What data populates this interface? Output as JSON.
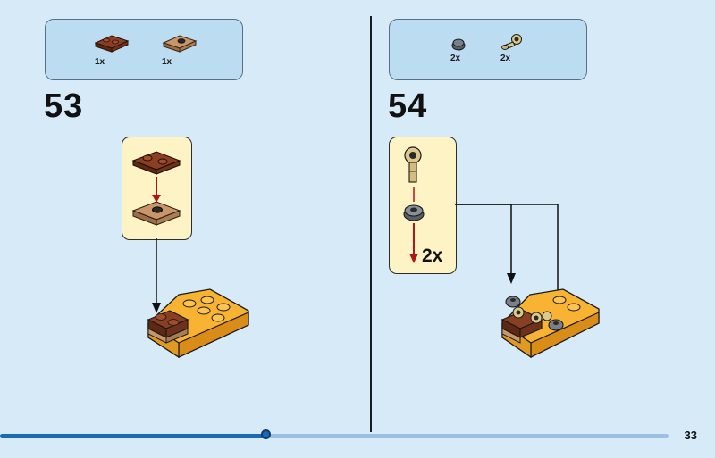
{
  "steps": [
    {
      "number": "53",
      "parts": [
        {
          "name": "brown plate 1x2",
          "color": "#8a3f22",
          "qty": "1x"
        },
        {
          "name": "tan plate 1x2 with stud",
          "color": "#c8966a",
          "qty": "1x"
        }
      ]
    },
    {
      "number": "54",
      "parts": [
        {
          "name": "dark gray round piece",
          "color": "#595e66",
          "qty": "2x"
        },
        {
          "name": "tan ball joint connector",
          "color": "#dcc98c",
          "qty": "2x"
        }
      ],
      "callout_qty": "2x"
    }
  ],
  "page_number": "33",
  "progress": 0.38,
  "colors": {
    "background": "#d6eaf8",
    "parts_box": "#bcdcf2",
    "callout": "#fdf3c4",
    "orange_brick": "#f8b332",
    "brown_brick": "#8a3f22",
    "tan_brick": "#c8966a",
    "arrow_red": "#b5121b",
    "progress": "#1c6ab3"
  }
}
